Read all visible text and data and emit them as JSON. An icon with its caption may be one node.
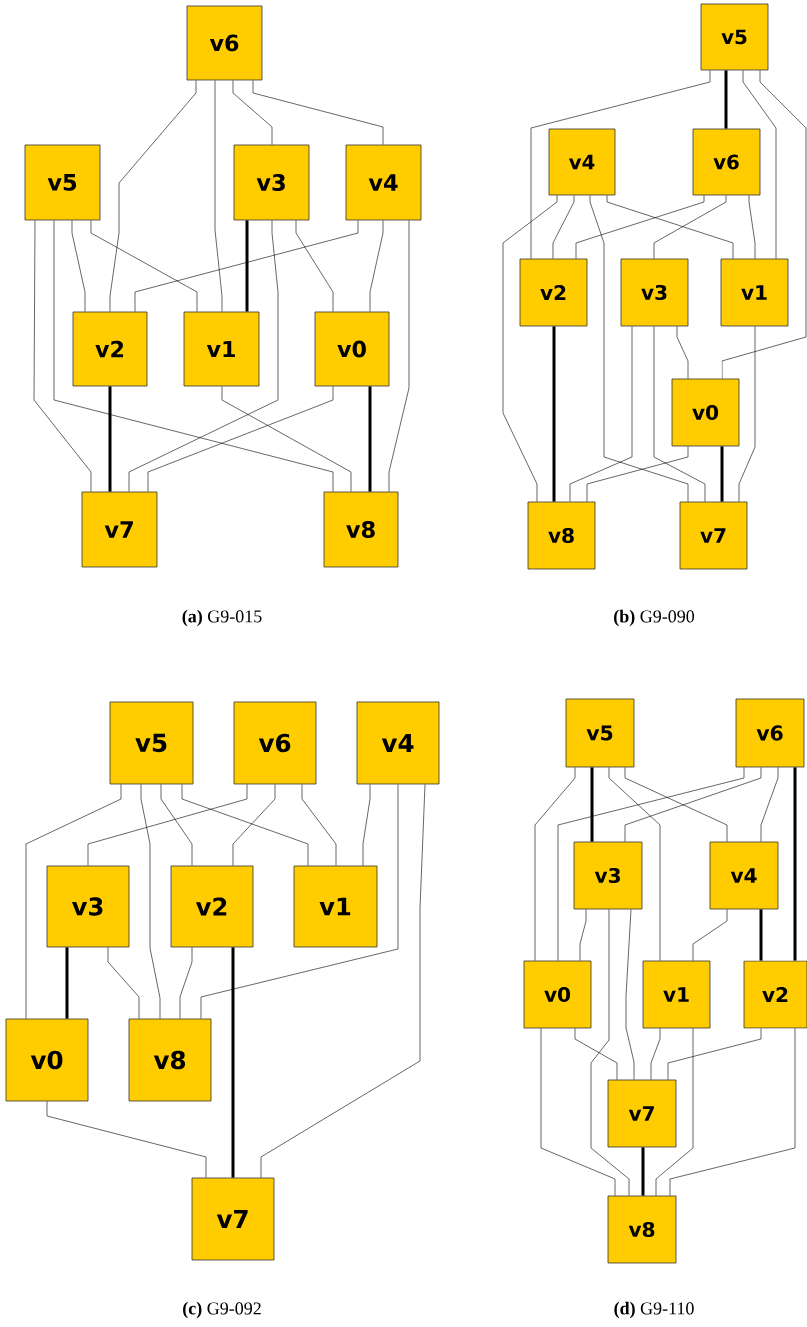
{
  "diagram": {
    "nodes": [
      {
        "text": [
          "v6"
        ]
      },
      {
        "text": [
          "v5"
        ]
      },
      {
        "text": [
          "v3"
        ]
      },
      {
        "text": [
          "v4"
        ]
      },
      {
        "text": [
          "v2"
        ]
      },
      {
        "text": [
          "v1"
        ]
      },
      {
        "text": [
          "v0"
        ]
      },
      {
        "text": [
          "v7"
        ]
      },
      {
        "text": [
          "v8"
        ]
      },
      {
        "text": [
          "v5"
        ]
      },
      {
        "text": [
          "v4"
        ]
      },
      {
        "text": [
          "v6"
        ]
      },
      {
        "text": [
          "v2"
        ]
      },
      {
        "text": [
          "v3"
        ]
      },
      {
        "text": [
          "v1"
        ]
      },
      {
        "text": [
          "v0"
        ]
      },
      {
        "text": [
          "v8"
        ]
      },
      {
        "text": [
          "v7"
        ]
      },
      {
        "text": [
          "v5"
        ]
      },
      {
        "text": [
          "v6"
        ]
      },
      {
        "text": [
          "v4"
        ]
      },
      {
        "text": [
          "v3"
        ]
      },
      {
        "text": [
          "v2"
        ]
      },
      {
        "text": [
          "v1"
        ]
      },
      {
        "text": [
          "v0"
        ]
      },
      {
        "text": [
          "v8"
        ]
      },
      {
        "text": [
          "v7"
        ]
      },
      {
        "text": [
          "v5"
        ]
      },
      {
        "text": [
          "v6"
        ]
      },
      {
        "text": [
          "v3"
        ]
      },
      {
        "text": [
          "v4"
        ]
      },
      {
        "text": [
          "v0"
        ]
      },
      {
        "text": [
          "v1"
        ]
      },
      {
        "text": [
          "v2"
        ]
      },
      {
        "text": [
          "v7"
        ]
      },
      {
        "text": [
          "v8"
        ]
      }
    ],
    "edges": [
      {
        "from": 0,
        "to": 4,
        "arrow": "none"
      },
      {
        "from": 0,
        "to": 5,
        "arrow": "none"
      },
      {
        "from": 0,
        "to": 2,
        "arrow": "none"
      },
      {
        "from": 0,
        "to": 3,
        "arrow": "none"
      },
      {
        "from": 1,
        "to": 7,
        "arrow": "none"
      },
      {
        "from": 1,
        "to": 8,
        "arrow": "none"
      },
      {
        "from": 1,
        "to": 4,
        "arrow": "none"
      },
      {
        "from": 1,
        "to": 5,
        "arrow": "none"
      },
      {
        "from": 2,
        "to": 5,
        "arrow": "none",
        "style": "thick"
      },
      {
        "from": 2,
        "to": 7,
        "arrow": "none"
      },
      {
        "from": 2,
        "to": 6,
        "arrow": "none"
      },
      {
        "from": 3,
        "to": 4,
        "arrow": "none"
      },
      {
        "from": 3,
        "to": 6,
        "arrow": "none"
      },
      {
        "from": 3,
        "to": 8,
        "arrow": "none"
      },
      {
        "from": 4,
        "to": 7,
        "arrow": "none",
        "style": "thick"
      },
      {
        "from": 5,
        "to": 8,
        "arrow": "none"
      },
      {
        "from": 6,
        "to": 7,
        "arrow": "none"
      },
      {
        "from": 6,
        "to": 8,
        "arrow": "none",
        "style": "thick"
      },
      {
        "from": 9,
        "to": 12,
        "arrow": "none"
      },
      {
        "from": 9,
        "to": 11,
        "arrow": "none",
        "style": "thick"
      },
      {
        "from": 9,
        "to": 14,
        "arrow": "none"
      },
      {
        "from": 9,
        "to": 15,
        "arrow": "none"
      },
      {
        "from": 10,
        "to": 16,
        "arrow": "none"
      },
      {
        "from": 10,
        "to": 12,
        "arrow": "none"
      },
      {
        "from": 10,
        "to": 17,
        "arrow": "none"
      },
      {
        "from": 10,
        "to": 14,
        "arrow": "none"
      },
      {
        "from": 11,
        "to": 12,
        "arrow": "none"
      },
      {
        "from": 11,
        "to": 13,
        "arrow": "none"
      },
      {
        "from": 11,
        "to": 14,
        "arrow": "none"
      },
      {
        "from": 12,
        "to": 16,
        "arrow": "none",
        "style": "thick"
      },
      {
        "from": 13,
        "to": 16,
        "arrow": "none"
      },
      {
        "from": 13,
        "to": 17,
        "arrow": "none"
      },
      {
        "from": 13,
        "to": 15,
        "arrow": "none"
      },
      {
        "from": 14,
        "to": 17,
        "arrow": "none"
      },
      {
        "from": 15,
        "to": 16,
        "arrow": "none"
      },
      {
        "from": 15,
        "to": 17,
        "arrow": "none",
        "style": "thick"
      },
      {
        "from": 18,
        "to": 24,
        "arrow": "none"
      },
      {
        "from": 18,
        "to": 25,
        "arrow": "none"
      },
      {
        "from": 18,
        "to": 22,
        "arrow": "none"
      },
      {
        "from": 18,
        "to": 23,
        "arrow": "none"
      },
      {
        "from": 19,
        "to": 21,
        "arrow": "none"
      },
      {
        "from": 19,
        "to": 22,
        "arrow": "none"
      },
      {
        "from": 19,
        "to": 23,
        "arrow": "none"
      },
      {
        "from": 20,
        "to": 23,
        "arrow": "none"
      },
      {
        "from": 20,
        "to": 25,
        "arrow": "none"
      },
      {
        "from": 20,
        "to": 26,
        "arrow": "none"
      },
      {
        "from": 21,
        "to": 24,
        "arrow": "none",
        "style": "thick"
      },
      {
        "from": 21,
        "to": 25,
        "arrow": "none"
      },
      {
        "from": 22,
        "to": 25,
        "arrow": "none"
      },
      {
        "from": 22,
        "to": 26,
        "arrow": "none",
        "style": "thick"
      },
      {
        "from": 24,
        "to": 26,
        "arrow": "none"
      },
      {
        "from": 27,
        "to": 31,
        "arrow": "none"
      },
      {
        "from": 27,
        "to": 29,
        "arrow": "none",
        "style": "thick"
      },
      {
        "from": 27,
        "to": 32,
        "arrow": "none"
      },
      {
        "from": 27,
        "to": 30,
        "arrow": "none"
      },
      {
        "from": 28,
        "to": 31,
        "arrow": "none"
      },
      {
        "from": 28,
        "to": 29,
        "arrow": "none"
      },
      {
        "from": 28,
        "to": 30,
        "arrow": "none"
      },
      {
        "from": 28,
        "to": 33,
        "arrow": "none",
        "style": "thick"
      },
      {
        "from": 29,
        "to": 31,
        "arrow": "none"
      },
      {
        "from": 29,
        "to": 35,
        "arrow": "none"
      },
      {
        "from": 29,
        "to": 34,
        "arrow": "none"
      },
      {
        "from": 30,
        "to": 32,
        "arrow": "none"
      },
      {
        "from": 30,
        "to": 33,
        "arrow": "none",
        "style": "thick"
      },
      {
        "from": 31,
        "to": 35,
        "arrow": "none"
      },
      {
        "from": 31,
        "to": 34,
        "arrow": "none"
      },
      {
        "from": 32,
        "to": 34,
        "arrow": "none"
      },
      {
        "from": 32,
        "to": 35,
        "arrow": "none"
      },
      {
        "from": 33,
        "to": 34,
        "arrow": "none"
      },
      {
        "from": 33,
        "to": 35,
        "arrow": "none"
      },
      {
        "from": 34,
        "to": 35,
        "arrow": "none",
        "style": "thick"
      }
    ],
    "labels": [
      "**(a)** G9-015",
      "**(b)** G9-090",
      "**(c)** G9-092",
      "**(d)** G9-110"
    ]
  }
}
